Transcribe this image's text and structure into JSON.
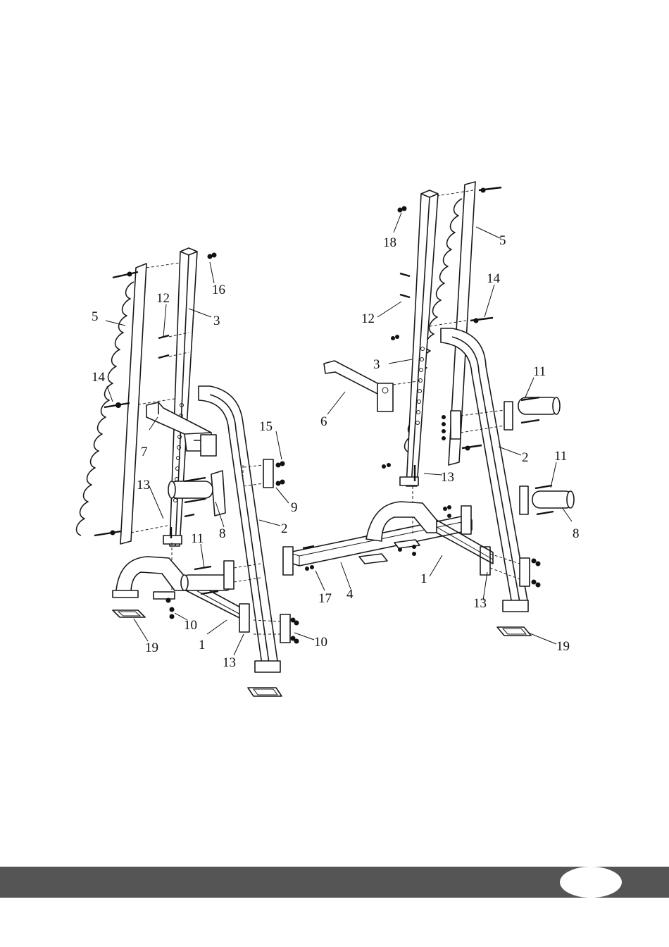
{
  "diagram": {
    "labels": [
      "1",
      "1",
      "2",
      "2",
      "3",
      "3",
      "4",
      "5",
      "5",
      "6",
      "7",
      "8",
      "8",
      "9",
      "10",
      "10",
      "11",
      "11",
      "11",
      "12",
      "12",
      "13",
      "13",
      "13",
      "13",
      "14",
      "14",
      "15",
      "16",
      "17",
      "18",
      "19",
      "19"
    ]
  },
  "footer": {
    "bar_color": "#555555",
    "page_number": ""
  }
}
